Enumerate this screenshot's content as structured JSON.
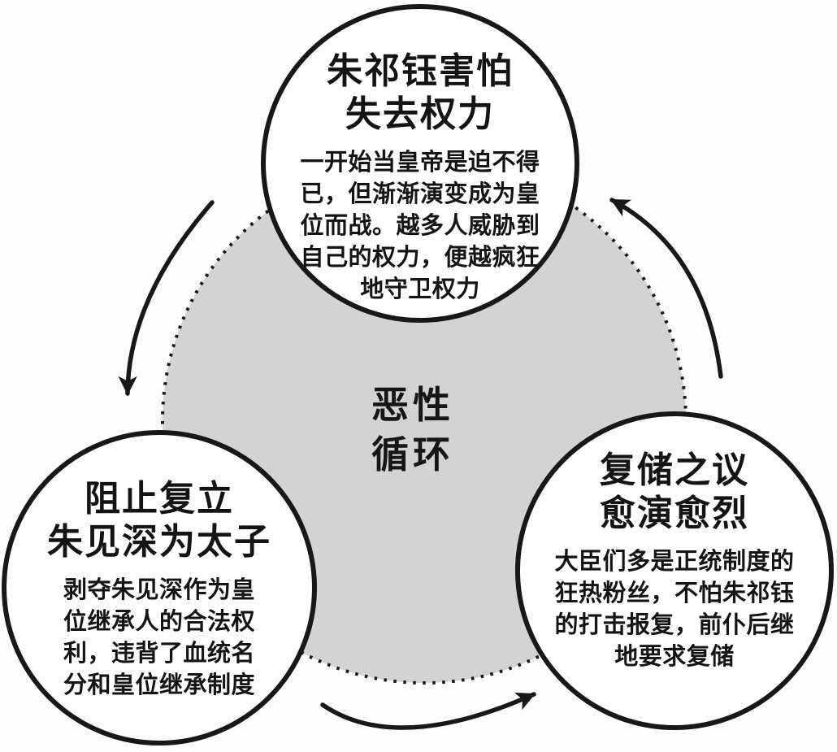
{
  "diagram": {
    "type": "cycle-diagram",
    "center_label": "恶性\n循环",
    "nodes": {
      "top": {
        "title": "朱祁钰害怕\n失去权力",
        "body": "一开始当皇帝是迫不得\n已，但渐渐演变成为皇\n位而战。越多人威胁到\n自己的权力，便越疯狂\n地守卫权力"
      },
      "left": {
        "title": "阻止复立\n朱见深为太子",
        "body": "剥夺朱见深作为皇\n位继承人的合法权\n利，违背了血统名\n分和皇位继承制度"
      },
      "right": {
        "title": "复储之议\n愈演愈烈",
        "body": "大臣们多是正统制度的\n狂热粉丝，不怕朱祁钰\n的打击报复，前仆后继\n地要求复储"
      }
    },
    "arrows": [
      {
        "name": "top-to-left"
      },
      {
        "name": "left-to-right"
      },
      {
        "name": "right-to-top"
      }
    ],
    "colors": {
      "background": "#fdfdfd",
      "node_fill": "#ffffff",
      "stroke": "#181818",
      "cycle_fill": "#d3d3d3"
    }
  }
}
